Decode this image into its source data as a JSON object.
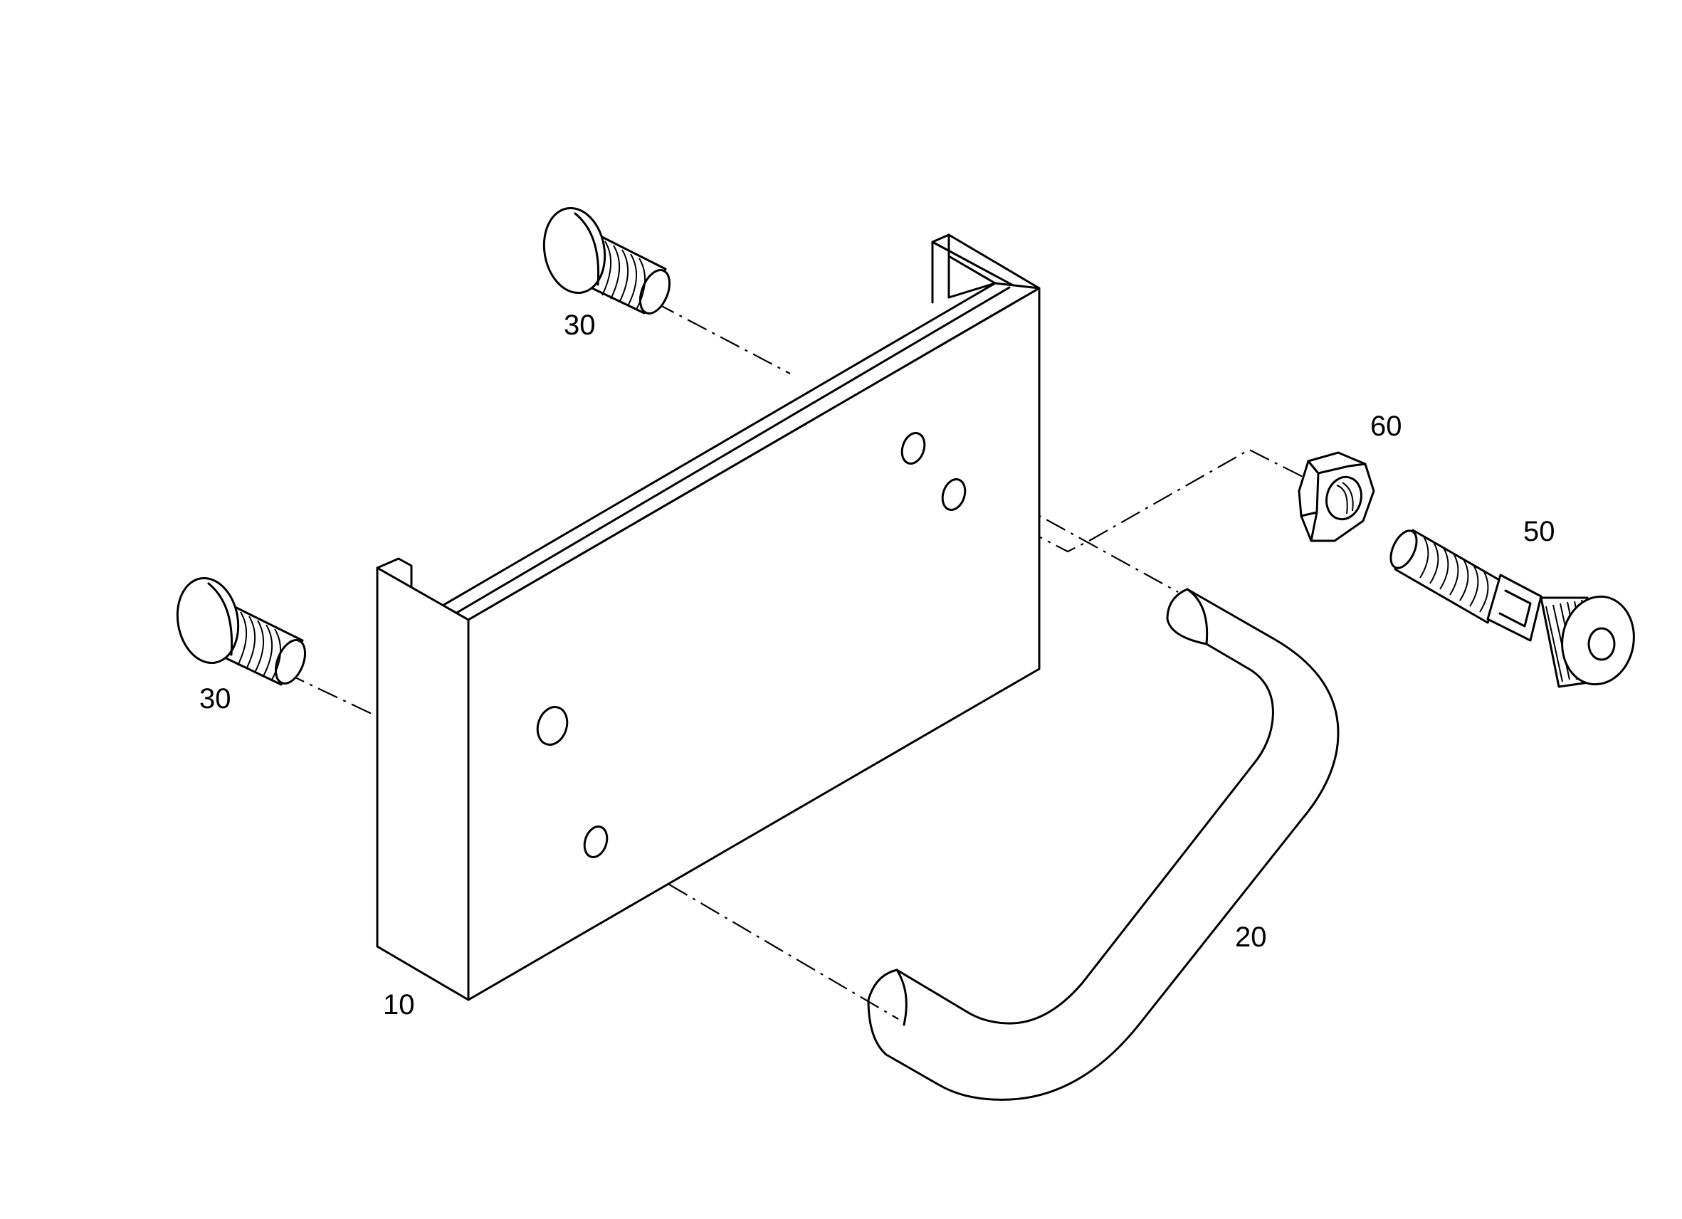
{
  "diagram": {
    "colors": {
      "line": "#000000",
      "background": "#ffffff"
    },
    "callouts": {
      "bracket": "10",
      "handle": "20",
      "screw_top": "30",
      "screw_left": "30",
      "plunger": "50",
      "nut": "60"
    }
  }
}
